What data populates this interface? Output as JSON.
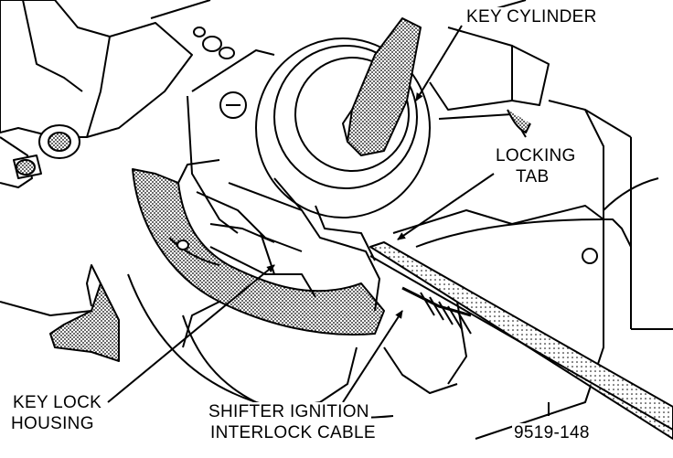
{
  "figure": {
    "labels": {
      "key_cylinder": "KEY CYLINDER",
      "locking_tab_line1": "LOCKING",
      "locking_tab_line2": "TAB",
      "key_lock_housing_line1": "KEY LOCK",
      "key_lock_housing_line2": "HOUSING",
      "shifter_cable_line1": "SHIFTER IGNITION",
      "shifter_cable_line2": "INTERLOCK CABLE",
      "figure_number": "9519-148"
    },
    "colors": {
      "ink": "#000000",
      "paper": "#ffffff",
      "stipple": "#7a7a7a"
    }
  }
}
